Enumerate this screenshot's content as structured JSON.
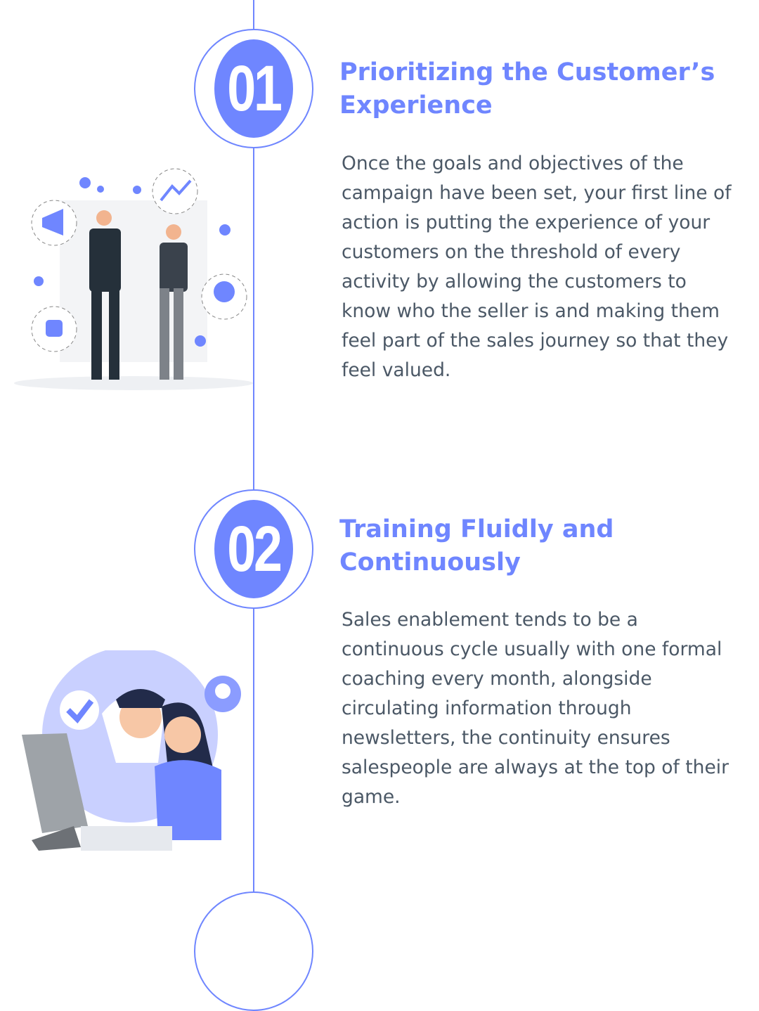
{
  "accent_color": "#6f86ff",
  "steps": [
    {
      "number": "01",
      "title": "Prioritizing the Customer’s Experience",
      "body": "Once the goals and objectives of the campaign have been set, your first line of action is putting the experience of your customers on the threshold of every activity by allowing the customers to know who the seller is and making them feel part of the sales journey so that they feel valued.",
      "illustration": "handshake-illustration"
    },
    {
      "number": "02",
      "title": "Training Fluidly and Continuously",
      "body": "Sales enablement tends to be a continuous cycle usually with one formal coaching every month, alongside circulating information through newsletters, the continuity ensures salespeople are always at the top of their game.",
      "illustration": "coaching-illustration"
    }
  ]
}
